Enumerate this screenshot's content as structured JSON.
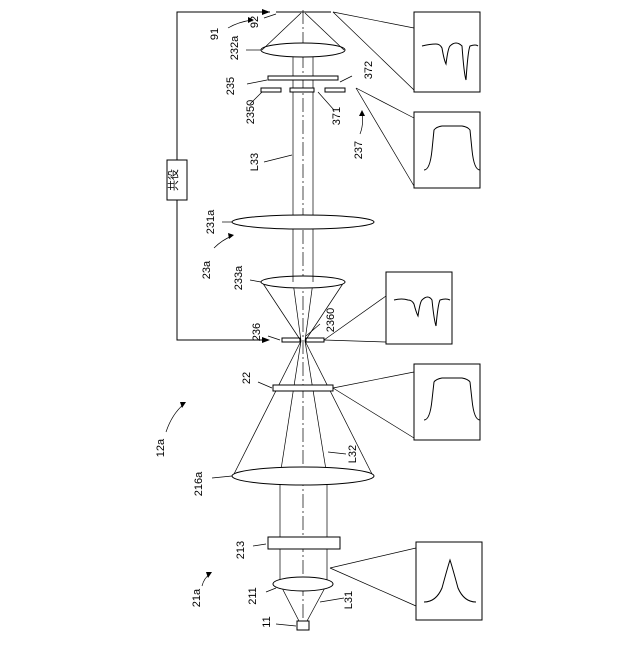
{
  "labels": {
    "l11": "11",
    "l211": "211",
    "l213": "213",
    "l216a": "216a",
    "l21a": "21a",
    "l12a": "12a",
    "l22": "22",
    "lL31": "L31",
    "lL32": "L32",
    "l236": "236",
    "l2360": "2360",
    "l233a": "233a",
    "l23a": "23a",
    "l231a": "231a",
    "lL33": "L33",
    "l2350": "2350",
    "l235": "235",
    "l371": "371",
    "l372": "372",
    "l237": "237",
    "l232a": "232a",
    "l91": "91",
    "l92": "92",
    "conjugate": "共役"
  }
}
